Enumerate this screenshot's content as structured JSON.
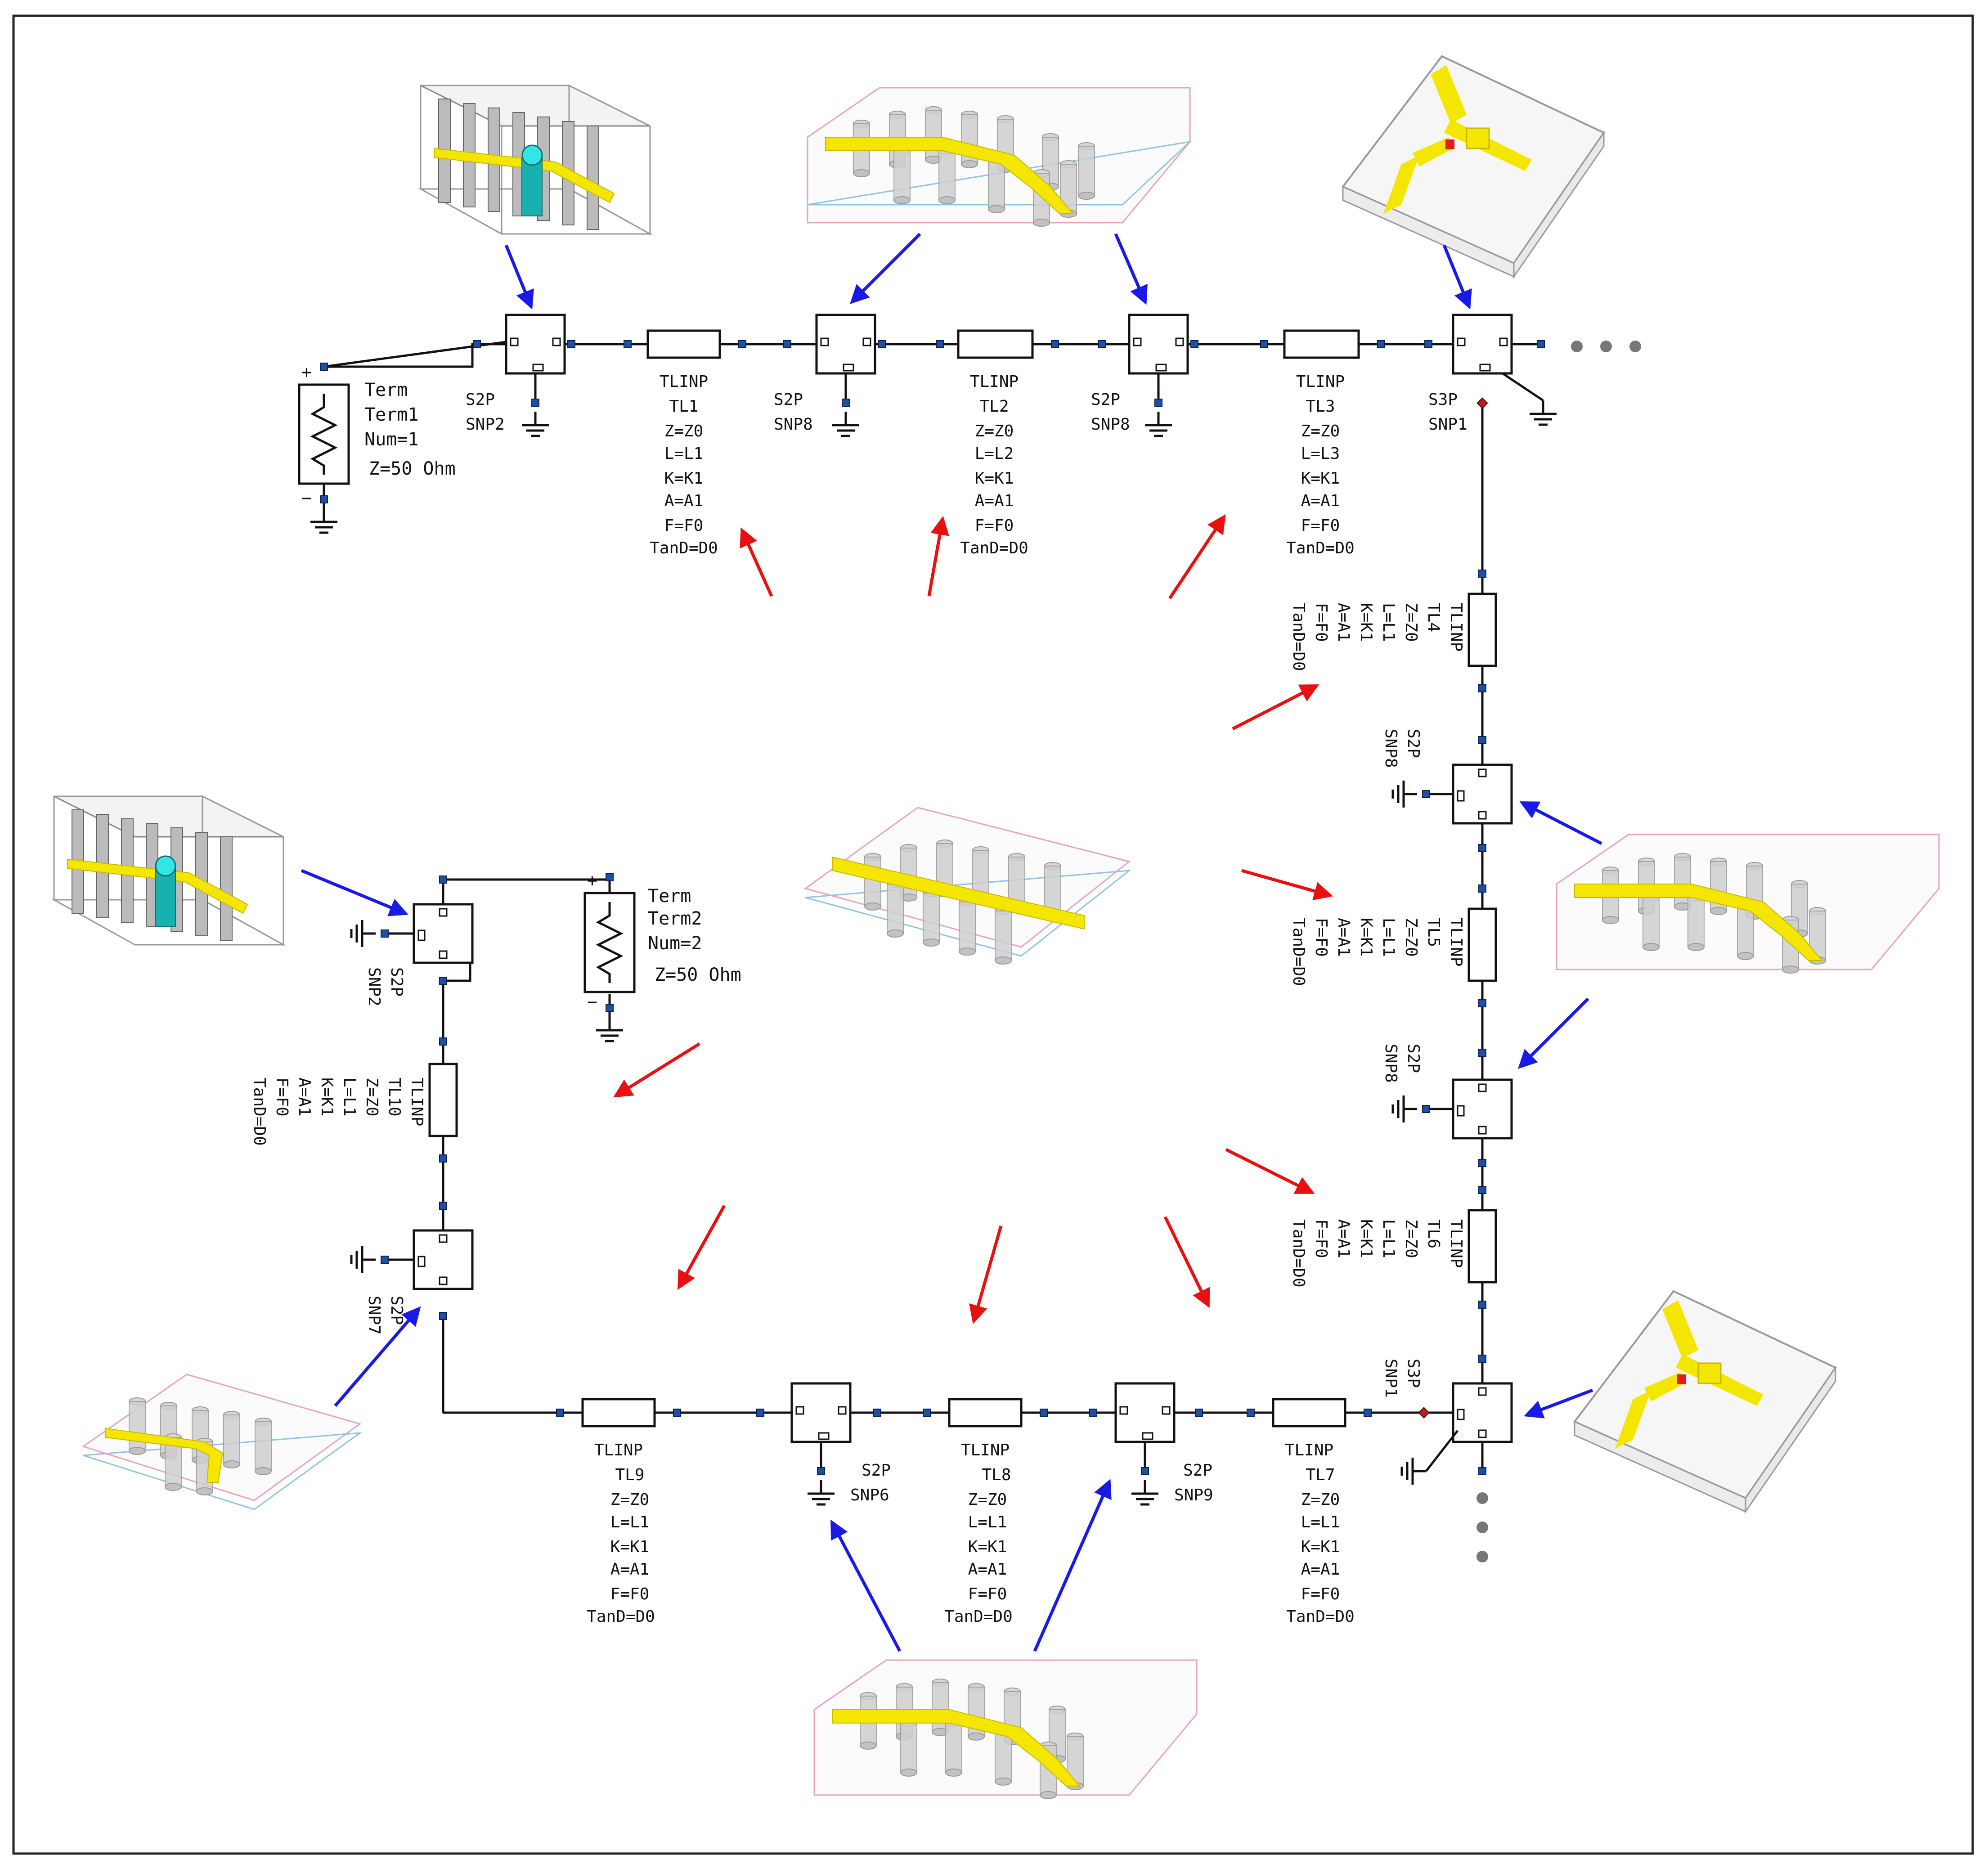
{
  "terms": [
    {
      "name": "Term",
      "inst": "Term1",
      "num": "Num=1",
      "z": "Z=50 Ohm"
    },
    {
      "name": "Term",
      "inst": "Term2",
      "num": "Num=2",
      "z": "Z=50 Ohm"
    }
  ],
  "snp": [
    {
      "type": "S2P",
      "name": "SNP2"
    },
    {
      "type": "S2P",
      "name": "SNP8"
    },
    {
      "type": "S2P",
      "name": "SNP8"
    },
    {
      "type": "S3P",
      "name": "SNP1"
    },
    {
      "type": "S2P",
      "name": "SNP8"
    },
    {
      "type": "S2P",
      "name": "SNP8"
    },
    {
      "type": "S3P",
      "name": "SNP1"
    },
    {
      "type": "S2P",
      "name": "SNP9"
    },
    {
      "type": "S2P",
      "name": "SNP6"
    },
    {
      "type": "S2P",
      "name": "SNP7"
    },
    {
      "type": "S2P",
      "name": "SNP2"
    }
  ],
  "tl": [
    {
      "type": "TLINP",
      "name": "TL1",
      "z": "Z=Z0",
      "l": "L=L1",
      "k": "K=K1",
      "a": "A=A1",
      "f": "F=F0",
      "tand": "TanD=D0"
    },
    {
      "type": "TLINP",
      "name": "TL2",
      "z": "Z=Z0",
      "l": "L=L2",
      "k": "K=K1",
      "a": "A=A1",
      "f": "F=F0",
      "tand": "TanD=D0"
    },
    {
      "type": "TLINP",
      "name": "TL3",
      "z": "Z=Z0",
      "l": "L=L3",
      "k": "K=K1",
      "a": "A=A1",
      "f": "F=F0",
      "tand": "TanD=D0"
    },
    {
      "type": "TLINP",
      "name": "TL4",
      "z": "Z=Z0",
      "l": "L=L1",
      "k": "K=K1",
      "a": "A=A1",
      "f": "F=F0",
      "tand": "TanD=D0"
    },
    {
      "type": "TLINP",
      "name": "TL5",
      "z": "Z=Z0",
      "l": "L=L1",
      "k": "K=K1",
      "a": "A=A1",
      "f": "F=F0",
      "tand": "TanD=D0"
    },
    {
      "type": "TLINP",
      "name": "TL6",
      "z": "Z=Z0",
      "l": "L=L1",
      "k": "K=K1",
      "a": "A=A1",
      "f": "F=F0",
      "tand": "TanD=D0"
    },
    {
      "type": "TLINP",
      "name": "TL7",
      "z": "Z=Z0",
      "l": "L=L1",
      "k": "K=K1",
      "a": "A=A1",
      "f": "F=F0",
      "tand": "TanD=D0"
    },
    {
      "type": "TLINP",
      "name": "TL8",
      "z": "Z=Z0",
      "l": "L=L1",
      "k": "K=K1",
      "a": "A=A1",
      "f": "F=F0",
      "tand": "TanD=D0"
    },
    {
      "type": "TLINP",
      "name": "TL9",
      "z": "Z=Z0",
      "l": "L=L1",
      "k": "K=K1",
      "a": "A=A1",
      "f": "F=F0",
      "tand": "TanD=D0"
    },
    {
      "type": "TLINP",
      "name": "TL10",
      "z": "Z=Z0",
      "l": "L=L1",
      "k": "K=K1",
      "a": "A=A1",
      "f": "F=F0",
      "tand": "TanD=D0"
    }
  ],
  "colors": {
    "signal_arrow": "#1a1ae6",
    "model_arrow": "#e81010",
    "trace": "#f5e600",
    "via": "#c8c8c8",
    "pin": "#1f4ea6"
  }
}
